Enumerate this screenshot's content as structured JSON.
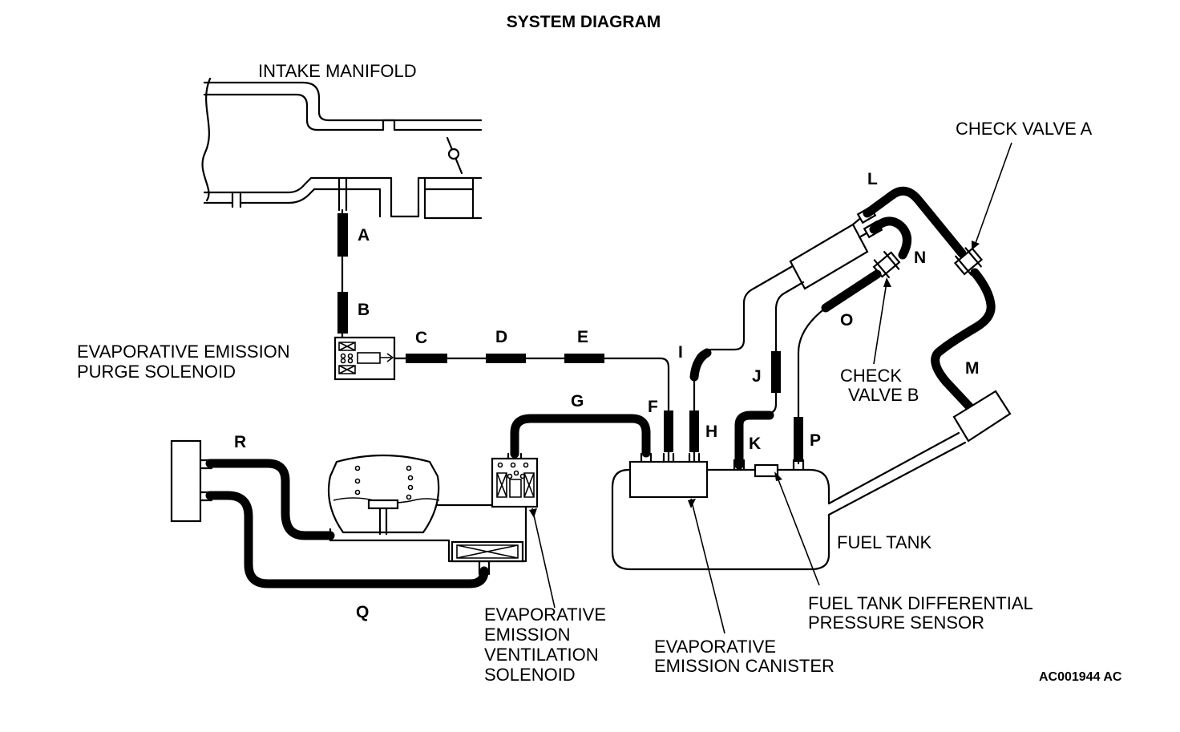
{
  "diagram": {
    "title": "SYSTEM DIAGRAM",
    "code": "AC001944 AC"
  },
  "components": {
    "intake_manifold": "INTAKE MANIFOLD",
    "purge_solenoid": [
      "EVAPORATIVE EMISSION",
      "PURGE SOLENOID"
    ],
    "ventilation_solenoid": [
      "EVAPORATIVE",
      "EMISSION",
      "VENTILATION",
      "SOLENOID"
    ],
    "canister": [
      "EVAPORATIVE",
      "EMISSION CANISTER"
    ],
    "pressure_sensor": [
      "FUEL TANK DIFFERENTIAL",
      "PRESSURE SENSOR"
    ],
    "fuel_tank": "FUEL TANK",
    "check_valve_a": "CHECK VALVE A",
    "check_valve_b": [
      "CHECK",
      "VALVE B"
    ]
  },
  "hoses": [
    "A",
    "B",
    "C",
    "D",
    "E",
    "F",
    "G",
    "H",
    "I",
    "J",
    "K",
    "L",
    "M",
    "N",
    "O",
    "P",
    "Q",
    "R"
  ]
}
